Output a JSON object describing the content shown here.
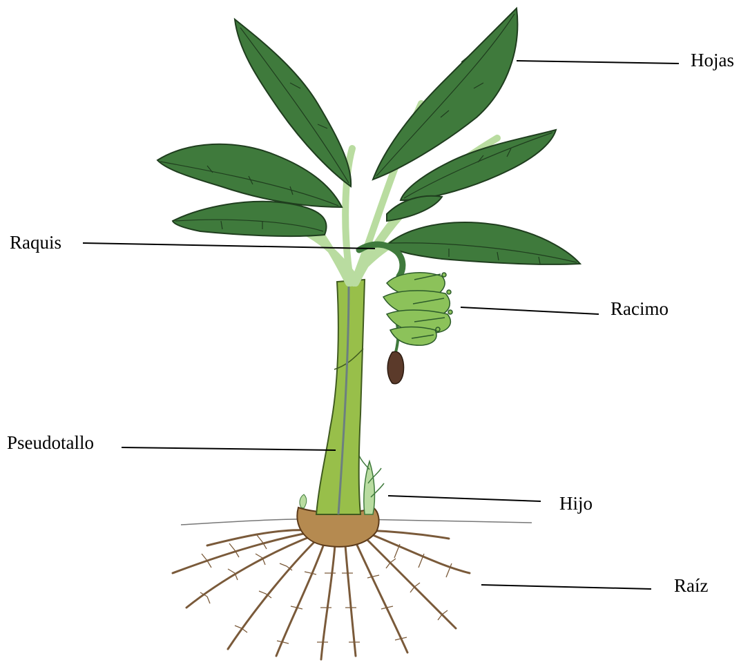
{
  "labels": {
    "hojas": "Hojas",
    "raquis": "Raquis",
    "racimo": "Racimo",
    "pseudotallo": "Pseudotallo",
    "hijo": "Hijo",
    "raiz": "Raíz"
  },
  "colors": {
    "leaf": "#3f7a3c",
    "leaf_dark": "#2c5a2a",
    "leaf_vein": "#1f3d1e",
    "petiole": "#b9dca0",
    "stem": "#98bf4a",
    "stem_dark": "#6c8f2f",
    "fruit": "#8cc25a",
    "flower": "#5b3a2a",
    "corm": "#b58a50",
    "root": "#7a5a3a",
    "line": "#000000"
  }
}
